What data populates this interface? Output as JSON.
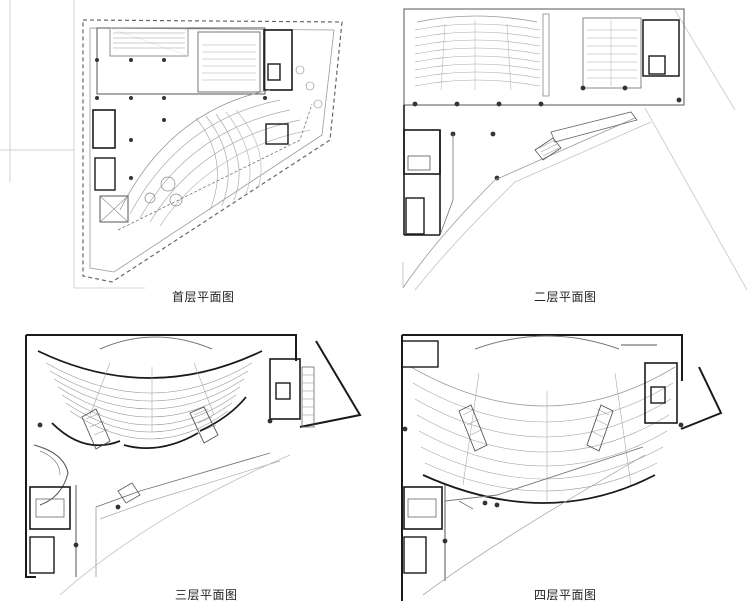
{
  "captions": {
    "floor1": "首层平面图",
    "floor2": "二层平面图",
    "floor3": "三层平面图",
    "floor4": "四层平面图"
  },
  "colors": {
    "wall": "#1a1a1a",
    "line": "#8c8c8c",
    "light_line": "#c4c4c4",
    "dashed": "#666666"
  }
}
